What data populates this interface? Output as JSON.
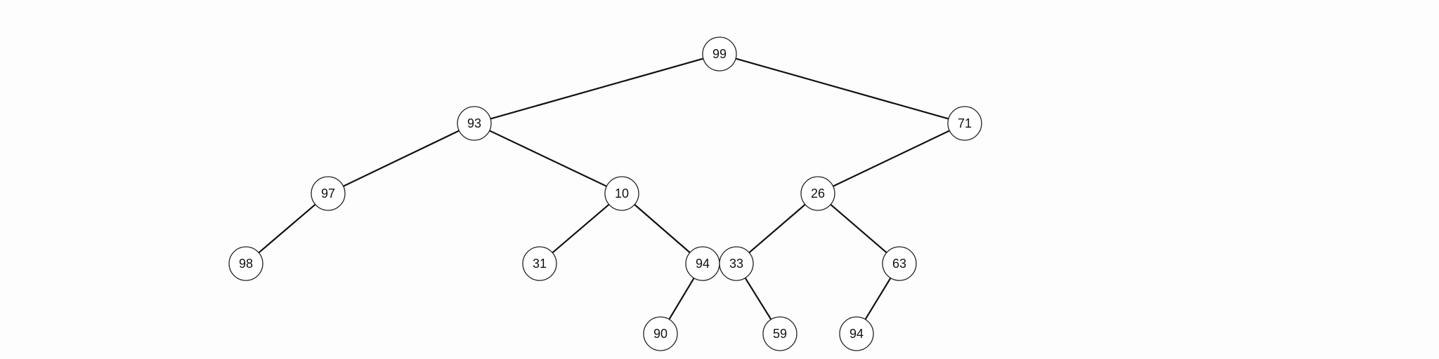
{
  "tree": {
    "nodes": [
      {
        "id": "n1",
        "label": "99"
      },
      {
        "id": "n2",
        "label": "93"
      },
      {
        "id": "n3",
        "label": "71"
      },
      {
        "id": "n4",
        "label": "97"
      },
      {
        "id": "n5",
        "label": "10"
      },
      {
        "id": "n6",
        "label": "26"
      },
      {
        "id": "n7",
        "label": "98"
      },
      {
        "id": "n8",
        "label": "31"
      },
      {
        "id": "n9",
        "label": "94"
      },
      {
        "id": "n10",
        "label": "33"
      },
      {
        "id": "n11",
        "label": "63"
      },
      {
        "id": "n12",
        "label": "90"
      },
      {
        "id": "n13",
        "label": "59"
      },
      {
        "id": "n14",
        "label": "94"
      }
    ],
    "edges": [
      [
        "n1",
        "n2"
      ],
      [
        "n1",
        "n3"
      ],
      [
        "n2",
        "n4"
      ],
      [
        "n2",
        "n5"
      ],
      [
        "n3",
        "n6"
      ],
      [
        "n4",
        "n7"
      ],
      [
        "n5",
        "n8"
      ],
      [
        "n5",
        "n9"
      ],
      [
        "n6",
        "n10"
      ],
      [
        "n6",
        "n11"
      ],
      [
        "n9",
        "n12"
      ],
      [
        "n10",
        "n13"
      ],
      [
        "n11",
        "n14"
      ]
    ]
  }
}
